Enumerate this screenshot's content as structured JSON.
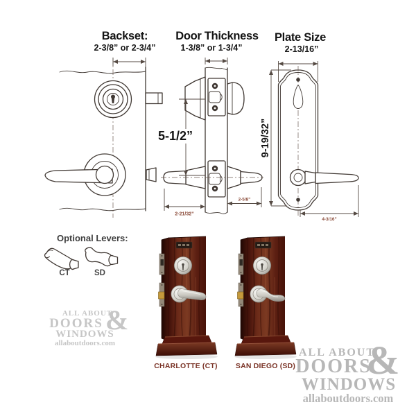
{
  "specs": {
    "backset": {
      "label": "Backset:",
      "value": "2-3/8” or 2-3/4”"
    },
    "door_thickness": {
      "label": "Door Thickness",
      "value": "1-3/8” or 1-3/4”"
    },
    "plate_size": {
      "label": "Plate Size",
      "value": "2-13/16”"
    },
    "center_to_center": "5-1/2”",
    "plate_height": "9-19/32”",
    "lock_width": "2-21/32”",
    "lock_depth": "2-5/8”",
    "lever_reach": "4-3/16”"
  },
  "optional_levers": {
    "title": "Optional Levers:",
    "options": [
      {
        "code": "CT"
      },
      {
        "code": "SD"
      }
    ]
  },
  "products": [
    {
      "name": "CHARLOTTE (CT)"
    },
    {
      "name": "SAN DIEGO (SD)"
    }
  ],
  "branding": {
    "line1": "ALL ABOUT",
    "line2": "DOORS",
    "ampersand": "&",
    "line3": "WINDOWS",
    "website": "allaboutdoors.com"
  },
  "colors": {
    "drawing_line": "#403833",
    "dimension_text": "#8a4a38",
    "heading_text": "#141414",
    "product_label": "#7a3326",
    "logo_gray": "#c6c6c6",
    "logo_gray_dark": "#b7b7b7",
    "wood_dark": "#3f0f09",
    "wood_mid": "#7c3a22",
    "metal": "#c9c7c2",
    "brass": "#c59a3c"
  }
}
